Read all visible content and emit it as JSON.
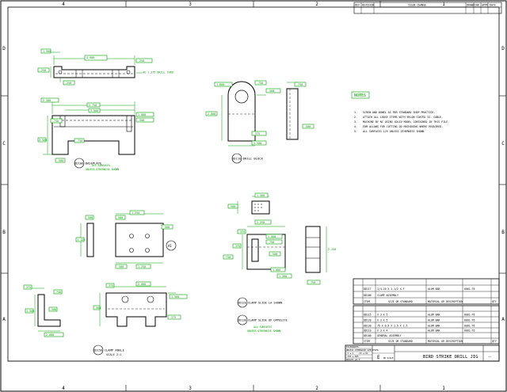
{
  "border": {
    "zones_top": [
      "4",
      "3",
      "2",
      "1"
    ],
    "zones_bottom": [
      "4",
      "3",
      "2",
      "1"
    ],
    "zones_left": [
      "D",
      "C",
      "B",
      "A"
    ],
    "zones_right": [
      "D",
      "C",
      "B",
      "A"
    ]
  },
  "revision_block": {
    "headers": [
      "REV",
      "REVISION",
      "ISSUE CHANGE",
      "DRAWN",
      "CHK",
      "APPR",
      "DATE"
    ]
  },
  "notes": {
    "title": "NOTES",
    "items": [
      {
        "num": "1.",
        "text": "SCREW AND DOWEL AS PER STANDARD SHOP PRACTICE."
      },
      {
        "num": "2.",
        "text": "ATTACH ALL LOOSE ITEMS WITH NYLON COATED SS. CABLE."
      },
      {
        "num": "3.",
        "text": "MACHINE BY NC USING SOLID MODEL CONTAINED IN THIS FILE."
      },
      {
        "num": "4.",
        "text": "EDM ALLOWS FOR CUTTING OD MACHINING WHERE REQUIRED."
      },
      {
        "num": "5.",
        "text": "ALL SURFACES 125 UNLESS OTHERWISE SHOWN"
      }
    ]
  },
  "views": {
    "baseplate": {
      "title": "DD100 BASEPLATE",
      "sub1": "ALL SURFACES",
      "sub2": "UNLESS OTHERWISE SHOWN"
    },
    "drill_block": {
      "title": "DD110 DRILL BLOCK"
    },
    "clamp_angle": {
      "title": "DD150 CLAMP ANGLE",
      "scale": "SCALE 2:1"
    },
    "clamp_slide_la": {
      "title": "DD120 CLAMP SLIDE LA SHOWN"
    },
    "clamp_slide_op": {
      "title": "DD130 CLAMP SLIDE OP OPPOSITE",
      "sub1": "ALL SURFACES",
      "sub2": "UNLESS OTHERWISE SHOWN"
    }
  },
  "dims": {
    "bp_top": [
      "1.500",
      ".250",
      "4.000",
      "4X 1.375 DRILL THRU",
      ".250"
    ],
    "bp_front": [
      "3.750",
      "3.000",
      "2.500",
      "1.000",
      ".500",
      ".750"
    ],
    "db": [
      "1.800",
      ".750",
      ".500",
      ".375",
      "2.000",
      ".750",
      "1.500"
    ],
    "cs": [
      "1.500",
      ".500",
      ".375",
      "1.000",
      "2.250",
      ".750"
    ],
    "ca": [
      ".375",
      ".750",
      "2.000",
      "1.500",
      ".500",
      ".375"
    ],
    "pl": [
      "1.250",
      ".500",
      "1.125"
    ]
  },
  "bom_upper": {
    "rows": [
      [
        "DD117",
        "1/4-20 X 1-1/2 X.F",
        "ALUM BAR",
        "6061-T6"
      ],
      [
        "DD100",
        "CLAMP ASSEMBLY",
        "",
        ""
      ]
    ],
    "footer": [
      "ITEM",
      "SIZE OR STANDARD",
      "MATERIAL OR DESCRIPTION",
      "QTY"
    ]
  },
  "bom_lower": {
    "rows": [
      [
        "DD115",
        "X 3 X 5",
        "ALUM BAR",
        "6061-T6"
      ],
      [
        "DD120",
        "X 3 X 5",
        "ALUM BAR",
        "6061-T6"
      ],
      [
        "DD130",
        "75 X 0.5 X 1.5 X 2.5",
        "ALUM BAR",
        "6061-T6"
      ],
      [
        "DD110",
        "X 3 X 4",
        "ALUM BAR",
        "6061-T6"
      ],
      [
        "DD100",
        "GENERAL ASSEMBLY",
        "",
        ""
      ]
    ],
    "footer": [
      "ITEM",
      "SIZE OR STANDARD",
      "MATERIAL OR DESCRIPTION",
      "QTY"
    ]
  },
  "title_block": {
    "title": "BIRD STRIKE DRILL JIG",
    "size": "E",
    "scale": "NO SCALE",
    "sheet": "--",
    "company": "",
    "tolerances": [
      "TOLERANCES",
      "UNLESS OTHERWISE SPECIFIED",
      ".X ±.1",
      ".XX ±.01",
      ".XXX ±.005",
      "ANGLES ±0.5°"
    ]
  }
}
